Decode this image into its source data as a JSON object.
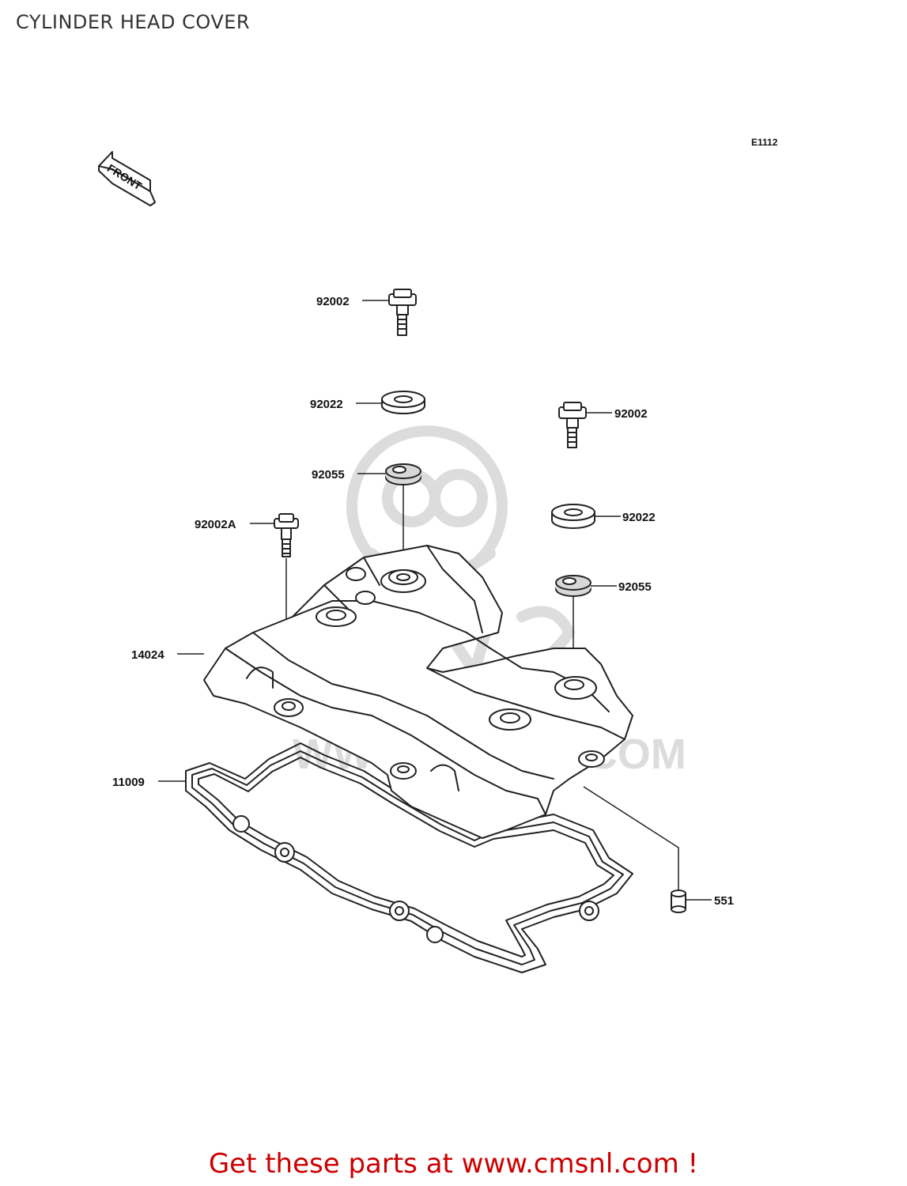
{
  "header": {
    "title": "CYLINDER HEAD COVER"
  },
  "diagram": {
    "figure_code": "E1112",
    "front_marker": "FRONT",
    "watermark": "WWW.CMSNL.COM",
    "callouts": [
      {
        "id": "bolt-top",
        "label": "92002"
      },
      {
        "id": "washer-top",
        "label": "92022"
      },
      {
        "id": "grommet-top",
        "label": "92055"
      },
      {
        "id": "bolt-right",
        "label": "92002"
      },
      {
        "id": "washer-right",
        "label": "92022"
      },
      {
        "id": "grommet-right",
        "label": "92055"
      },
      {
        "id": "bolt-a",
        "label": "92002A"
      },
      {
        "id": "cover",
        "label": "14024"
      },
      {
        "id": "gasket",
        "label": "11009"
      },
      {
        "id": "pin",
        "label": "551"
      }
    ]
  },
  "footer": {
    "link_text": "Get these parts at www.cmsnl.com !"
  }
}
